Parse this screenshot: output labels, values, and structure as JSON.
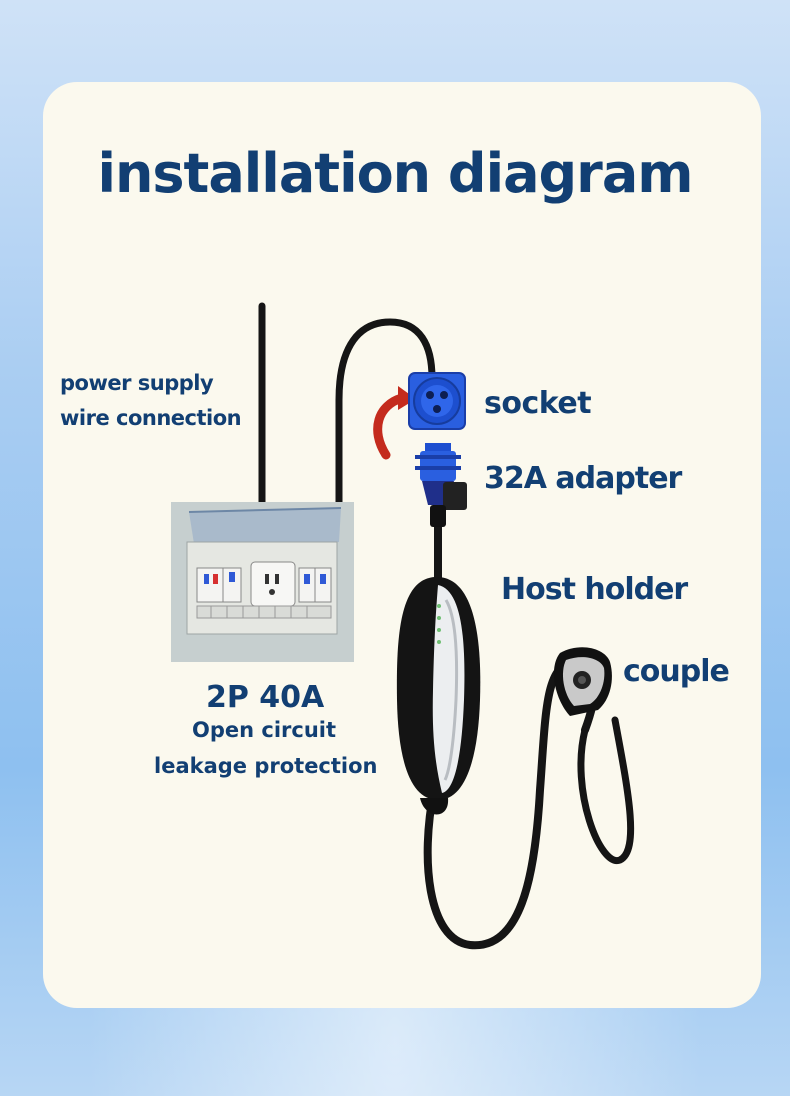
{
  "title": "installation diagram",
  "labels": {
    "power_supply_line1": "power supply",
    "power_supply_line2": "wire connection",
    "socket": "socket",
    "adapter": "32A adapter",
    "host_holder": "Host holder",
    "couple": "couple",
    "breaker_rating": "2P 40A",
    "breaker_desc_line1": "Open circuit",
    "breaker_desc_line2": "leakage protection"
  },
  "icons": {
    "socket": "blue-industrial-socket-icon",
    "adapter": "blue-industrial-plug-icon",
    "arrow": "red-curved-arrow-icon",
    "charger": "ev-charger-unit-icon",
    "holder": "wall-holster-icon",
    "breaker": "circuit-breaker-panel-photo"
  },
  "colors": {
    "title": "#123f73",
    "card_bg": "#fbf9ee",
    "socket_blue": "#1f4fd6",
    "arrow_red": "#c42b1d",
    "cable": "#151515"
  }
}
